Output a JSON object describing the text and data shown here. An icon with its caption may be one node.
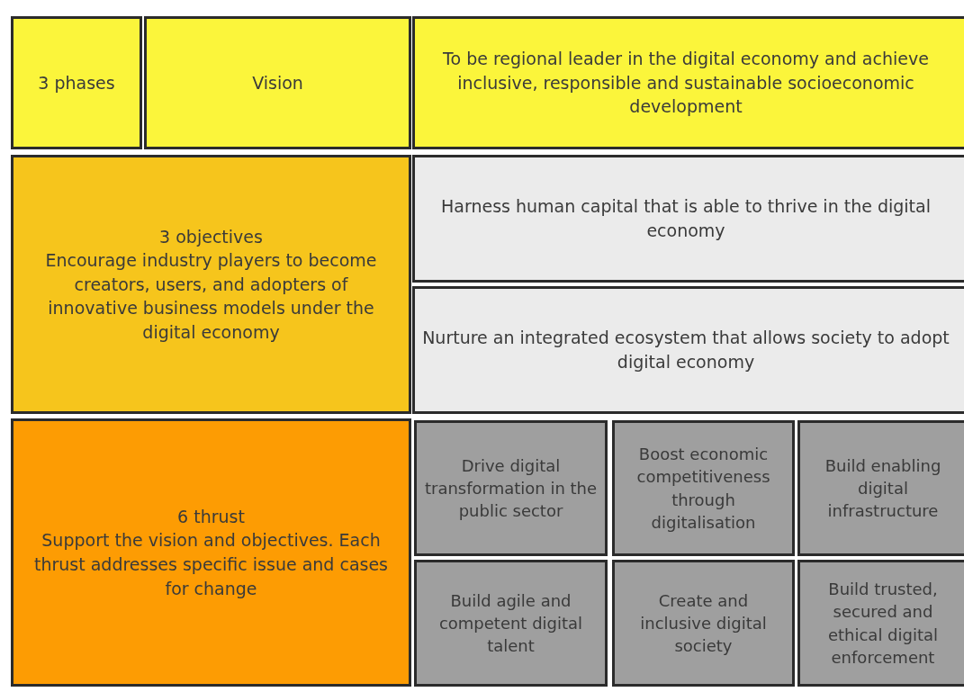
{
  "diagram": {
    "nodes": [
      {
        "text": [
          "3 phases"
        ]
      },
      {
        "text": [
          "Vision"
        ]
      },
      {
        "text": [
          "To be regional leader in the digital economy and achieve inclusive, responsible and sustainable socioeconomic development"
        ]
      },
      {
        "text": [
          "3 objectives",
          "Encourage industry players to become creators, users, and adopters of innovative business models under the digital economy"
        ]
      },
      {
        "text": [
          "Harness human capital that is able to thrive in the digital economy"
        ]
      },
      {
        "text": [
          "Nurture an integrated ecosystem that allows society to adopt digital economy"
        ]
      },
      {
        "text": [
          "6 thrust",
          "Support the vision and objectives. Each thrust addresses specific issue and cases for change"
        ]
      },
      {
        "text": [
          "Drive digital transformation in the public sector"
        ]
      },
      {
        "text": [
          "Boost economic competitiveness through digitalisation"
        ]
      },
      {
        "text": [
          "Build enabling digital infrastructure"
        ]
      },
      {
        "text": [
          "Build agile and competent digital talent"
        ]
      },
      {
        "text": [
          "Create and inclusive digital society"
        ]
      },
      {
        "text": [
          "Build trusted, secured and ethical digital enforcement"
        ]
      }
    ]
  }
}
